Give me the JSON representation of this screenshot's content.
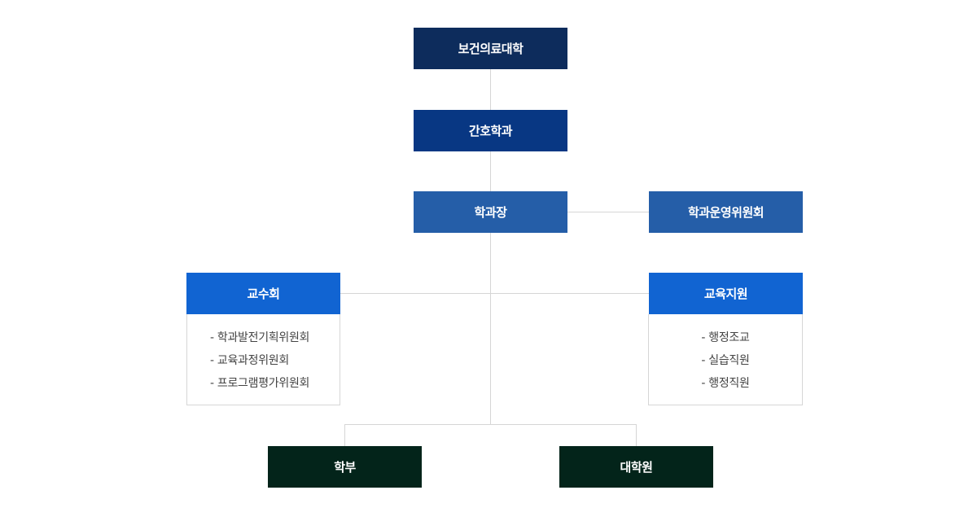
{
  "college": {
    "label": "보건의료대학",
    "color": "#0d2c5c"
  },
  "department": {
    "label": "간호학과",
    "color": "#083783"
  },
  "chair": {
    "label": "학과장",
    "color": "#255ea8"
  },
  "steering_committee": {
    "label": "학과운영위원회",
    "color": "#255ea8"
  },
  "faculty_council": {
    "label": "교수회",
    "color": "#1164d2",
    "items": [
      "- 학과발전기획위원회",
      "- 교육과정위원회",
      "- 프로그램평가위원회"
    ]
  },
  "education_support": {
    "label": "교육지원",
    "color": "#1164d2",
    "items": [
      "- 행정조교",
      "- 실습직원",
      "- 행정직원"
    ]
  },
  "undergraduate": {
    "label": "학부",
    "color": "#03241a"
  },
  "graduate": {
    "label": "대학원",
    "color": "#03241a"
  },
  "line_color": "#d6d6d6"
}
